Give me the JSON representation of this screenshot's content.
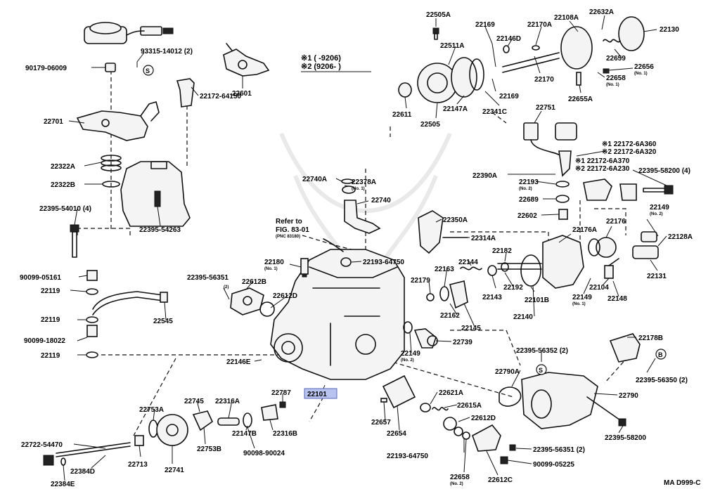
{
  "legend": {
    "row1": "※1 (      -9206)",
    "row2": "※2 (9206-      )"
  },
  "footer_code": "MA D999-C",
  "highlighted_part": "22101",
  "refer_note": {
    "line1": "Refer to",
    "line2": "FIG. 83-01",
    "line3": "(PNC 83180)"
  },
  "circle_markers": [
    "S",
    "S",
    "B"
  ],
  "labels": {
    "p22505A": "22505A",
    "p22169a": "22169",
    "p22170A": "22170A",
    "p22108A": "22108A",
    "p22632A": "22632A",
    "p22130": "22130",
    "p22511A": "22511A",
    "p22146D": "22146D",
    "p22659": "22659",
    "p22656": "22656",
    "p22658": "22658",
    "p22611": "22611",
    "p22147A": "22147A",
    "p22170": "22170",
    "p22169b": "22169",
    "p22341C": "22341C",
    "p22655A": "22655A",
    "p22505": "22505",
    "p22751": "22751",
    "p22172_6A360": "※1 22172-6A360",
    "p22172_6A320": "※2 22172-6A320",
    "p22172_6A370": "※1 22172-6A370",
    "p22172_6A230": "※2 22172-6A230",
    "p22390A": "22390A",
    "p22193": "22193",
    "p22395_58200_4": "22395-58200 (4)",
    "p22689": "22689",
    "p22602": "22602",
    "p22149a": "22149",
    "p93315": "93315-14012 (2)",
    "p90179": "90179-06009",
    "p22601": "22601",
    "p22172_64150": "22172-64150",
    "p22701": "22701",
    "p22322A": "22322A",
    "p22322B": "22322B",
    "p22395_54010": "22395-54010 (4)",
    "p22395_54263": "22395-54263",
    "p22740A": "22740A",
    "p22378A": "22378A",
    "p22740": "22740",
    "p22350A": "22350A",
    "p22314A": "22314A",
    "p22176A": "22176A",
    "p22176": "22176",
    "p22128A": "22128A",
    "p22180": "22180",
    "p22193_64750a": "22193-64750",
    "p22182": "22182",
    "p22144": "22144",
    "p22163": "22163",
    "p22179": "22179",
    "p22192": "22192",
    "p22143": "22143",
    "p22101B": "22101B",
    "p22104": "22104",
    "p22149b": "22149",
    "p22148": "22148",
    "p22131": "22131",
    "p90099_05161": "90099-05161",
    "p22119a": "22119",
    "p22395_56351": "22395-56351",
    "p22612B": "22612B",
    "p22612D": "22612D",
    "p22162": "22162",
    "p22145": "22145",
    "p22140": "22140",
    "p22545": "22545",
    "p22119b": "22119",
    "p90099_18022": "90099-18022",
    "p22119c": "22119",
    "p22739": "22739",
    "p22149c": "22149",
    "p22178B": "22178B",
    "p22395_56352": "22395-56352 (2)",
    "p22146E": "22146E",
    "p22790A": "22790A",
    "p22395_56350": "22395-56350 (2)",
    "p22101": "22101",
    "p22787": "22787",
    "p22621A": "22621A",
    "p22790": "22790",
    "p22753A": "22753A",
    "p22745": "22745",
    "p22316A": "22316A",
    "p22657": "22657",
    "p22615A": "22615A",
    "p22147B": "22147B",
    "p22316B": "22316B",
    "p22612Db": "22612D",
    "p22654": "22654",
    "p22722_54470": "22722-54470",
    "p22713": "22713",
    "p22753B": "22753B",
    "p90098_90024": "90098-90024",
    "p22395_58200": "22395-58200",
    "p22193_64750b": "22193-64750",
    "p22395_56351b": "22395-56351 (2)",
    "p22384D": "22384D",
    "p22741": "22741",
    "p22658b": "22658",
    "p22612C": "22612C",
    "p90099_05225": "90099-05225",
    "p22384E": "22384E"
  },
  "sublabels": {
    "no1": "(No. 1)",
    "no2": "(No. 2)",
    "two": "(2)"
  }
}
